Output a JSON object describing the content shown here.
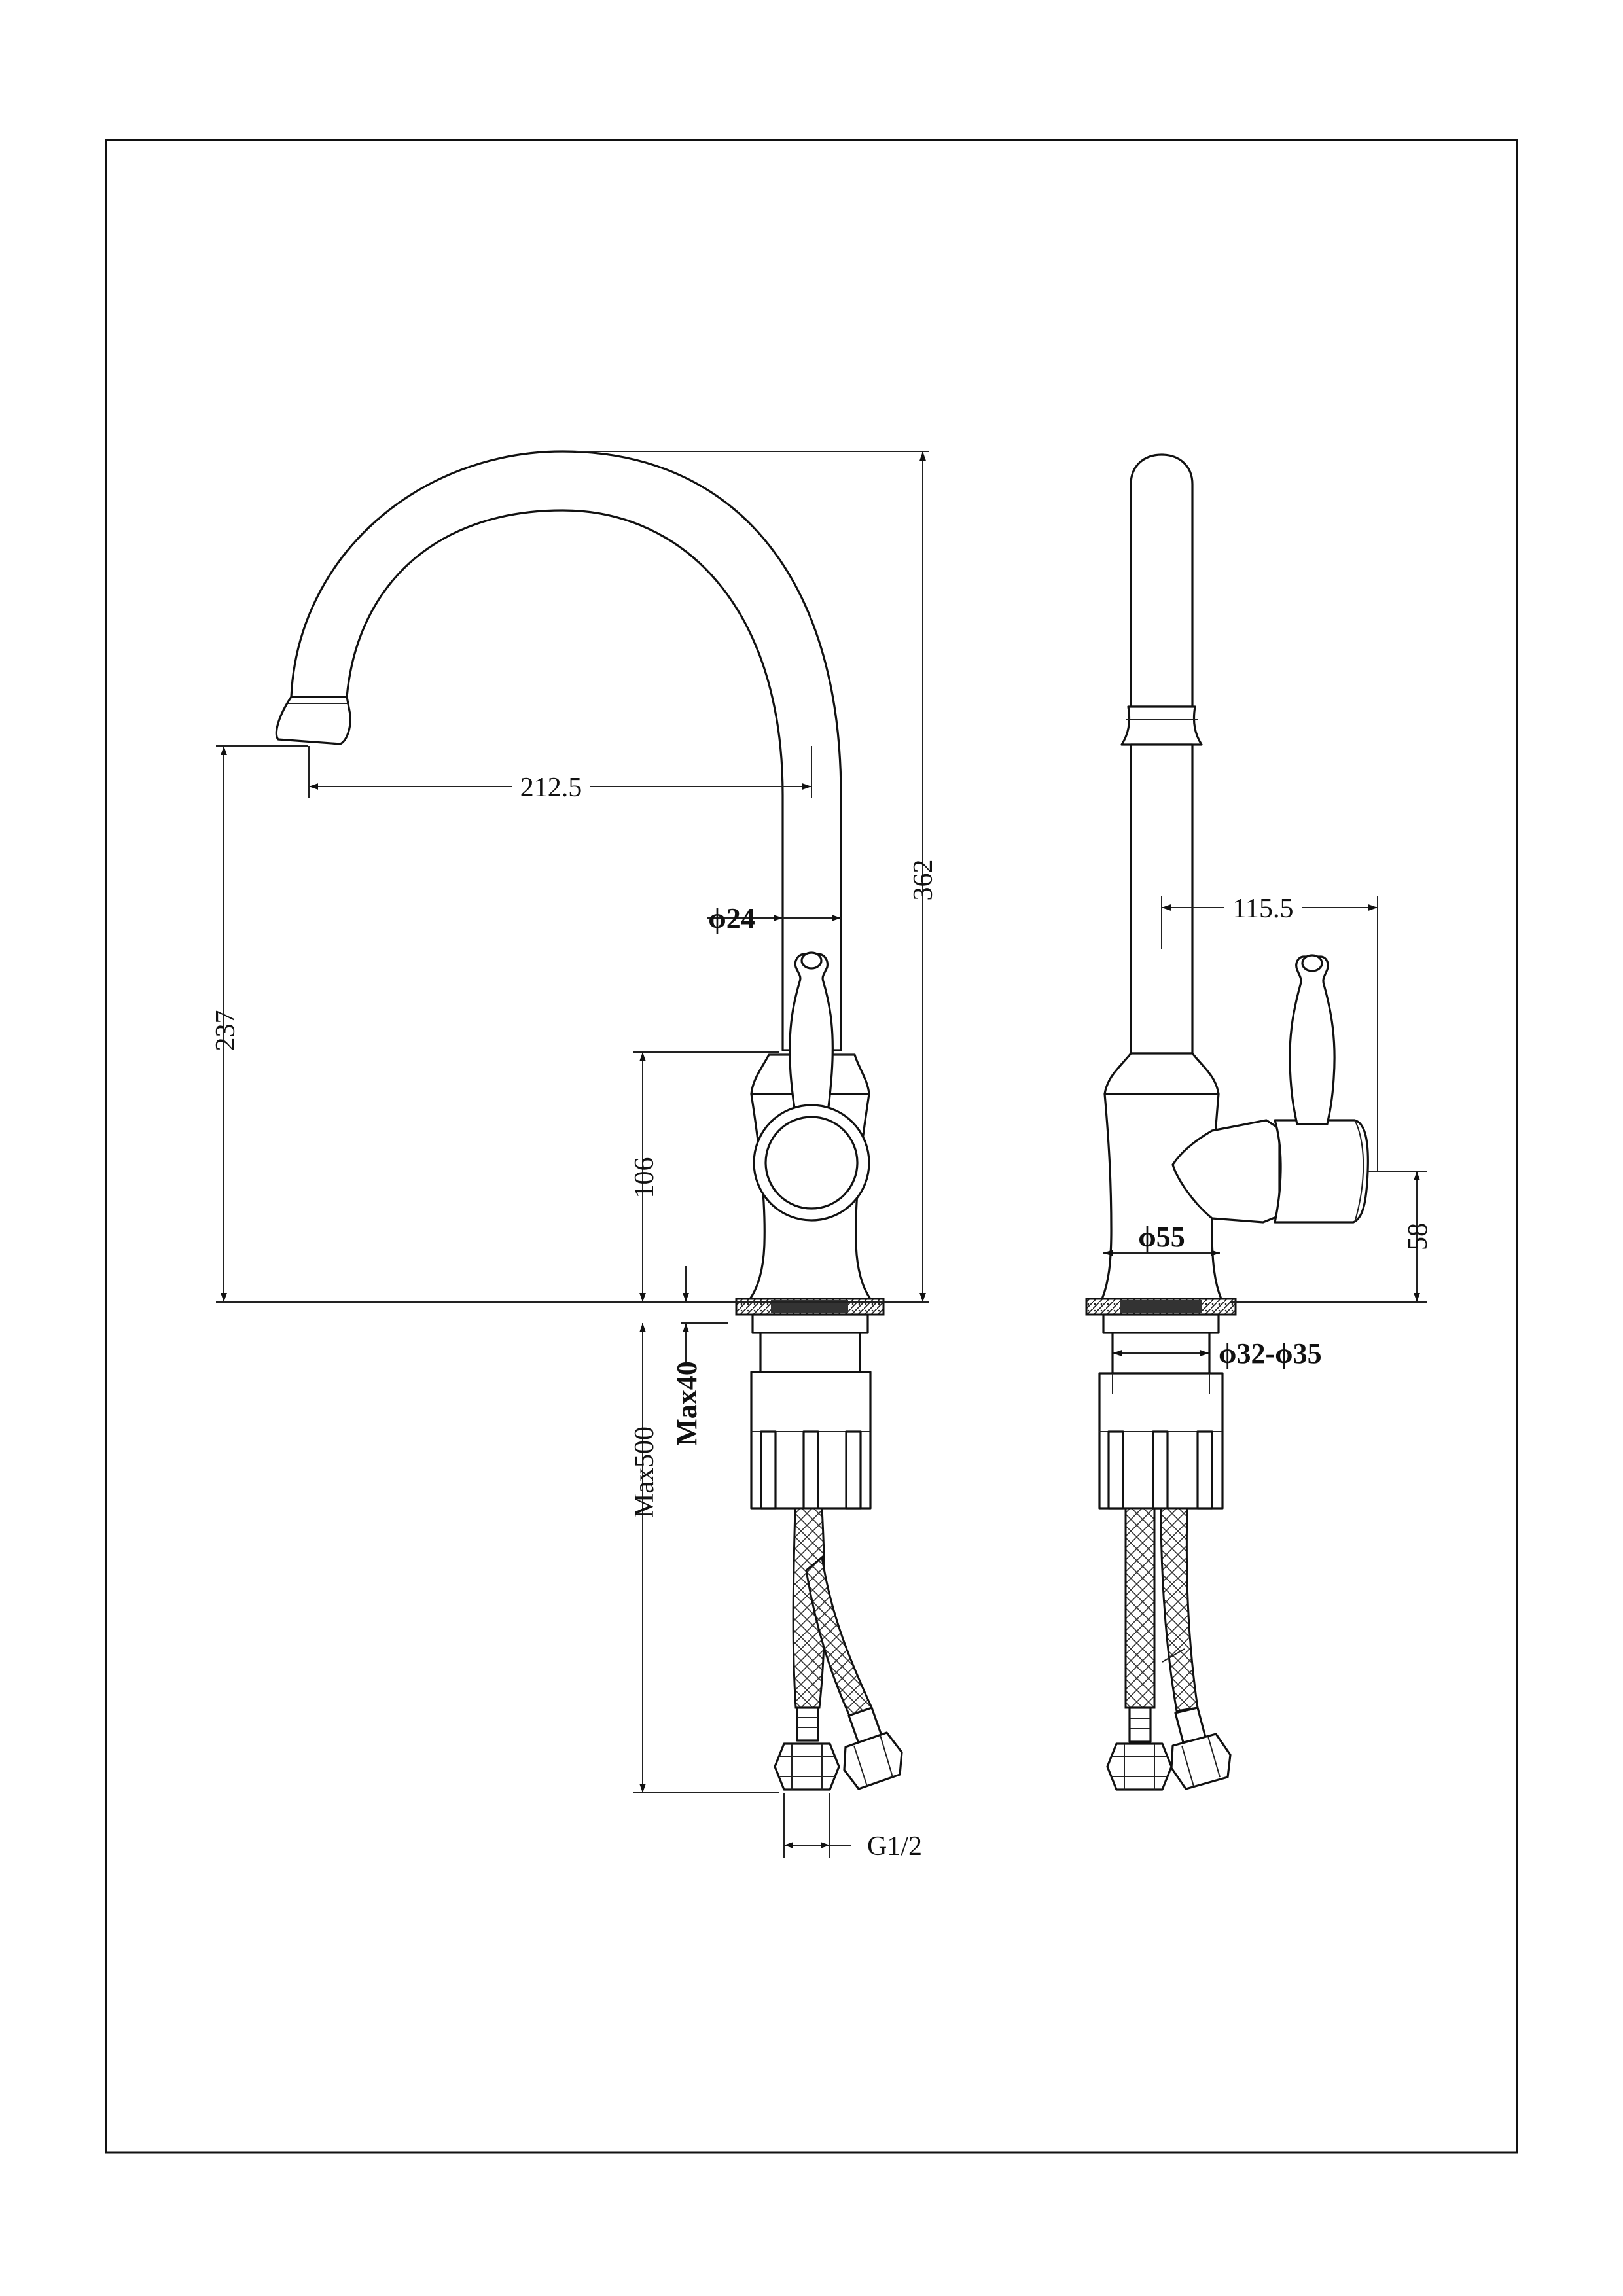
{
  "drawing": {
    "front_view": {
      "dimensions": {
        "spout_reach": "212.5",
        "overall_height": "362",
        "spout_outlet_height": "237",
        "spout_diameter": "ϕ24",
        "handle_height": "106",
        "max_deck_thickness": "Max40",
        "hose_length": "Max500",
        "connection_thread": "G1/2"
      }
    },
    "side_view": {
      "dimensions": {
        "handle_projection": "115.5",
        "base_diameter": "ϕ55",
        "mounting_hole": "ϕ32-ϕ35",
        "handle_axis_height": "58"
      }
    }
  }
}
